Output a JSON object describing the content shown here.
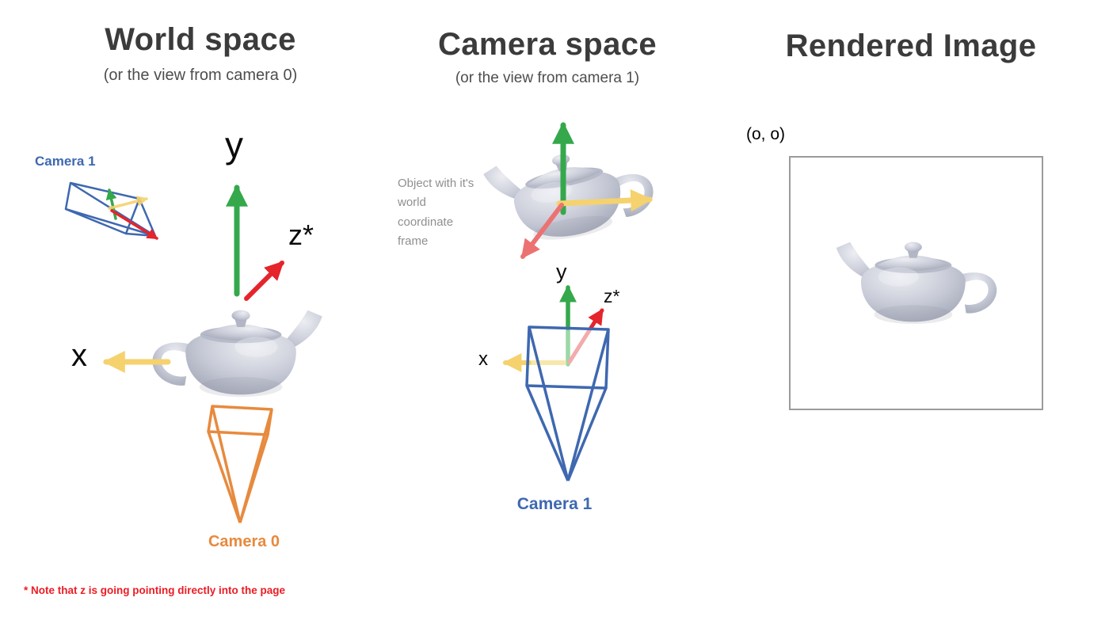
{
  "panels": {
    "world": {
      "title": "World space",
      "subtitle": "(or the view from camera 0)",
      "camera1_label": "Camera 1",
      "camera0_label": "Camera 0",
      "axes": {
        "x": "x",
        "y": "y",
        "z": "z*"
      }
    },
    "camera_space": {
      "title": "Camera space",
      "subtitle": "(or the view from camera 1)",
      "object_note": "Object with it's world coordinate frame",
      "camera1_label": "Camera 1",
      "axes": {
        "x": "x",
        "y": "y",
        "z": "z*"
      }
    },
    "rendered": {
      "title": "Rendered Image",
      "origin_label": "(o, o)"
    }
  },
  "footnote": "* Note that z is going pointing directly into the page",
  "icons": {
    "teapot": "utah-teapot",
    "camera_frustum": "camera-frustum-wireframe"
  },
  "colors": {
    "axis_green": "#35A84C",
    "axis_yellow": "#F5D26E",
    "axis_red": "#E5242B",
    "axis_salmon": "#EC7272",
    "camera1_blue": "#3E68B0",
    "camera0_orange": "#E78A3E",
    "footnote_red": "#EC1C24",
    "teapot_gray": "#C9CCD8",
    "frame_gray": "#9B9B9B"
  }
}
